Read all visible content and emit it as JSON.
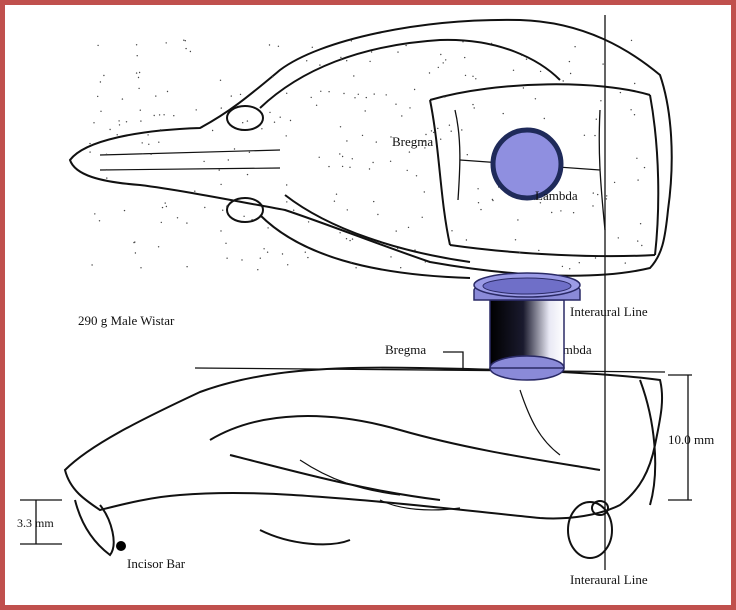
{
  "labels": {
    "bregma_top": "Bregma",
    "lambda_top": "Lambda",
    "specimen": "290 g Male Wistar",
    "interaural_top": "Interaural Line",
    "bregma_side": "Bregma",
    "lambda_side": "Lambda",
    "depth": "10.0 mm",
    "offset": "3.3 mm",
    "incisor_bar": "Incisor Bar",
    "interaural_bottom": "Interaural Line"
  },
  "colors": {
    "frame": "#c0504d",
    "implant_fill": "#8f8fe0",
    "implant_ring": "#1f2a5a",
    "cap_fill": "#8a8ad8"
  },
  "icons": {
    "implant_marker": "circle",
    "cap": "cylinder",
    "incisor_bar_dot": "dot"
  }
}
